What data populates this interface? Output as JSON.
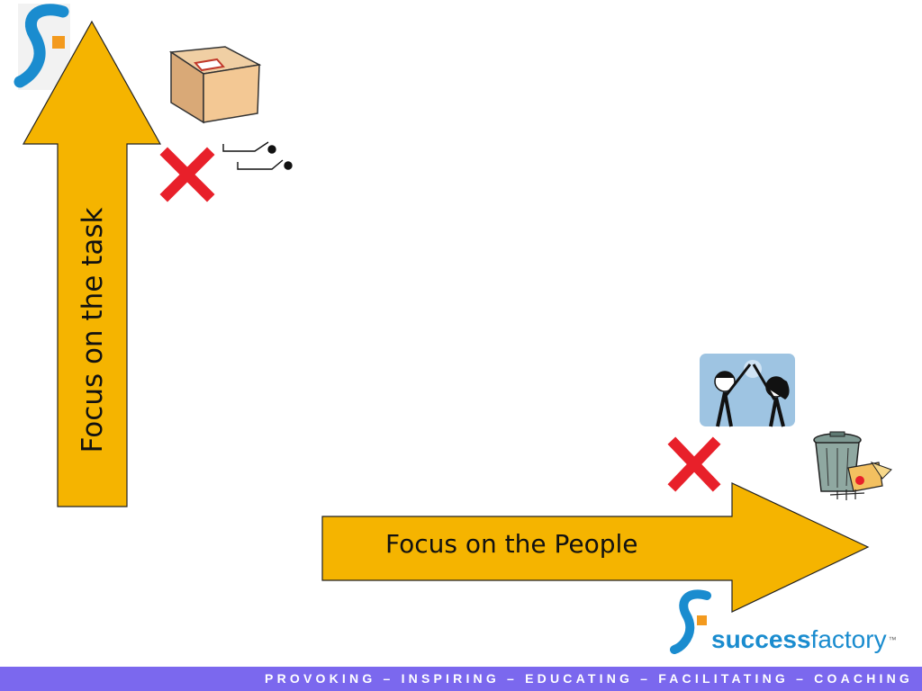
{
  "diagram": {
    "vertical_arrow_label": "Focus on the task",
    "horizontal_arrow_label": "Focus on the People"
  },
  "brand": {
    "name_bold": "success",
    "name_light": "factory",
    "trademark": "™"
  },
  "footer": {
    "tagline": "PROVOKING – INSPIRING – EDUCATING – FACILITATING – COACHING"
  },
  "colors": {
    "arrow_fill": "#f5b400",
    "cross": "#e8202a",
    "brand_blue": "#1a8ccf",
    "brand_orange": "#f39a1e",
    "footer_bar": "#7b68ee"
  },
  "icons": [
    "cardboard-box-icon",
    "switch-icon",
    "cross-icon",
    "high-five-people-icon",
    "trash-can-icon",
    "logo-mark-icon"
  ]
}
